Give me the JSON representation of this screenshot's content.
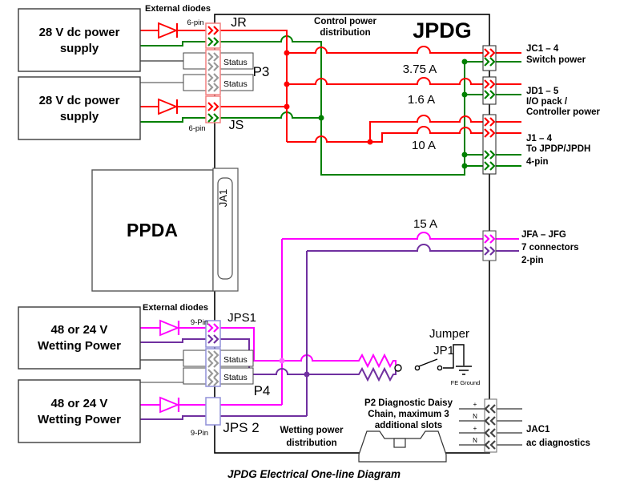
{
  "diagram": {
    "title": "JPDG",
    "caption": "JPDG Electrical One-line Diagram"
  },
  "labels": {
    "supply28_l1": "28 V dc power",
    "supply28_l2": "supply",
    "wetting48_l1": "48 or 24 V",
    "wetting48_l2": "Wetting Power",
    "external_diodes": "External diodes",
    "pin6": "6-pin",
    "pin9": "9-Pin",
    "jr": "JR",
    "js": "JS",
    "p3": "P3",
    "p4": "P4",
    "jps1": "JPS1",
    "jps2": "JPS 2",
    "status": "Status",
    "ppda": "PPDA",
    "ja1": "JA1",
    "control_dist_l1": "Control power",
    "control_dist_l2": "distribution",
    "wetting_dist_l1": "Wetting power",
    "wetting_dist_l2": "distribution",
    "fuse_375": "3.75 A",
    "fuse_16": "1.6  A",
    "fuse_10": "10 A",
    "fuse_15": "15 A",
    "jc1": "JC1 – 4",
    "jc1_desc": "Switch power",
    "jd1": "JD1 – 5",
    "jd1_desc1": "I/O pack /",
    "jd1_desc2": "Controller power",
    "j1": "J1 – 4",
    "j1_desc1": "To JPDP/JPDH",
    "j1_desc2": "4-pin",
    "jfa": "JFA – JFG",
    "jfa_desc1": "7 connectors",
    "jfa_desc2": "2-pin",
    "jac1": "JAC1",
    "jac1_desc": "ac diagnostics",
    "jumper": "Jumper",
    "jp1": "JP1",
    "fe_ground": "FE Ground",
    "p2_l1": "P2 Diagnostic Daisy",
    "p2_l2": "Chain, maximum 3",
    "p2_l3": "additional slots",
    "plus": "+",
    "neutral": "N"
  },
  "colors": {
    "wire_red": "#ff0000",
    "wire_green": "#008000",
    "wire_magenta": "#ff00ff",
    "wire_purple": "#7030a0",
    "wire_gray": "#909090",
    "connector_outline_red": "#f28080",
    "connector_outline_purple": "#9090d8"
  }
}
